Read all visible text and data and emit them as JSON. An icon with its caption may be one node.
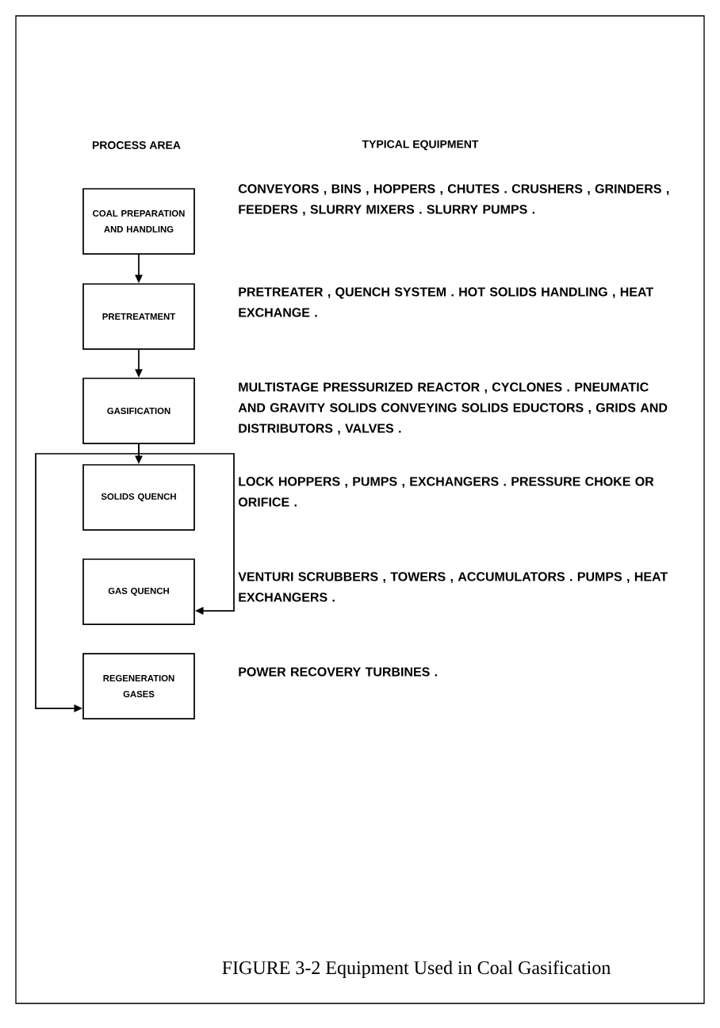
{
  "diagram": {
    "caption": "FIGURE 3-2 Equipment Used in Coal Gasification",
    "nodes": [
      {
        "text": [
          "COAL PREPARATION AND HANDLING"
        ]
      },
      {
        "text": [
          "PRETREATMENT"
        ]
      },
      {
        "text": [
          "GASIFICATION"
        ]
      },
      {
        "text": [
          "SOLIDS QUENCH"
        ]
      },
      {
        "text": [
          "GAS QUENCH"
        ]
      },
      {
        "text": [
          "REGENERATION GASES"
        ]
      }
    ],
    "edges": [
      {
        "from": 0,
        "to": 1,
        "arrow": "to"
      },
      {
        "from": 1,
        "to": 2,
        "arrow": "to"
      },
      {
        "from": 2,
        "to": 3,
        "arrow": "to"
      },
      {
        "from": 2,
        "to": 4,
        "arrow": "to"
      },
      {
        "from": 2,
        "to": 5,
        "arrow": "to"
      }
    ],
    "labels": [
      "PROCESS AREA",
      "TYPICAL EQUIPMENT",
      "CONVEYORS , BINS , HOPPERS , CHUTES . CRUSHERS , GRINDERS , FEEDERS , SLURRY MIXERS . SLURRY PUMPS .",
      "PRETREATER , QUENCH SYSTEM . HOT SOLIDS HANDLING , HEAT EXCHANGE .",
      "MULTISTAGE PRESSURIZED REACTOR , CYCLONES . PNEUMATIC AND GRAVITY SOLIDS CONVEYING SOLIDS EDUCTORS , GRIDS AND DISTRIBUTORS , VALVES .",
      "LOCK HOPPERS , PUMPS , EXCHANGERS . PRESSURE CHOKE OR ORIFICE .",
      "VENTURI SCRUBBERS , TOWERS , ACCUMULATORS . PUMPS , HEAT EXCHANGERS .",
      "POWER RECOVERY TURBINES ."
    ]
  }
}
